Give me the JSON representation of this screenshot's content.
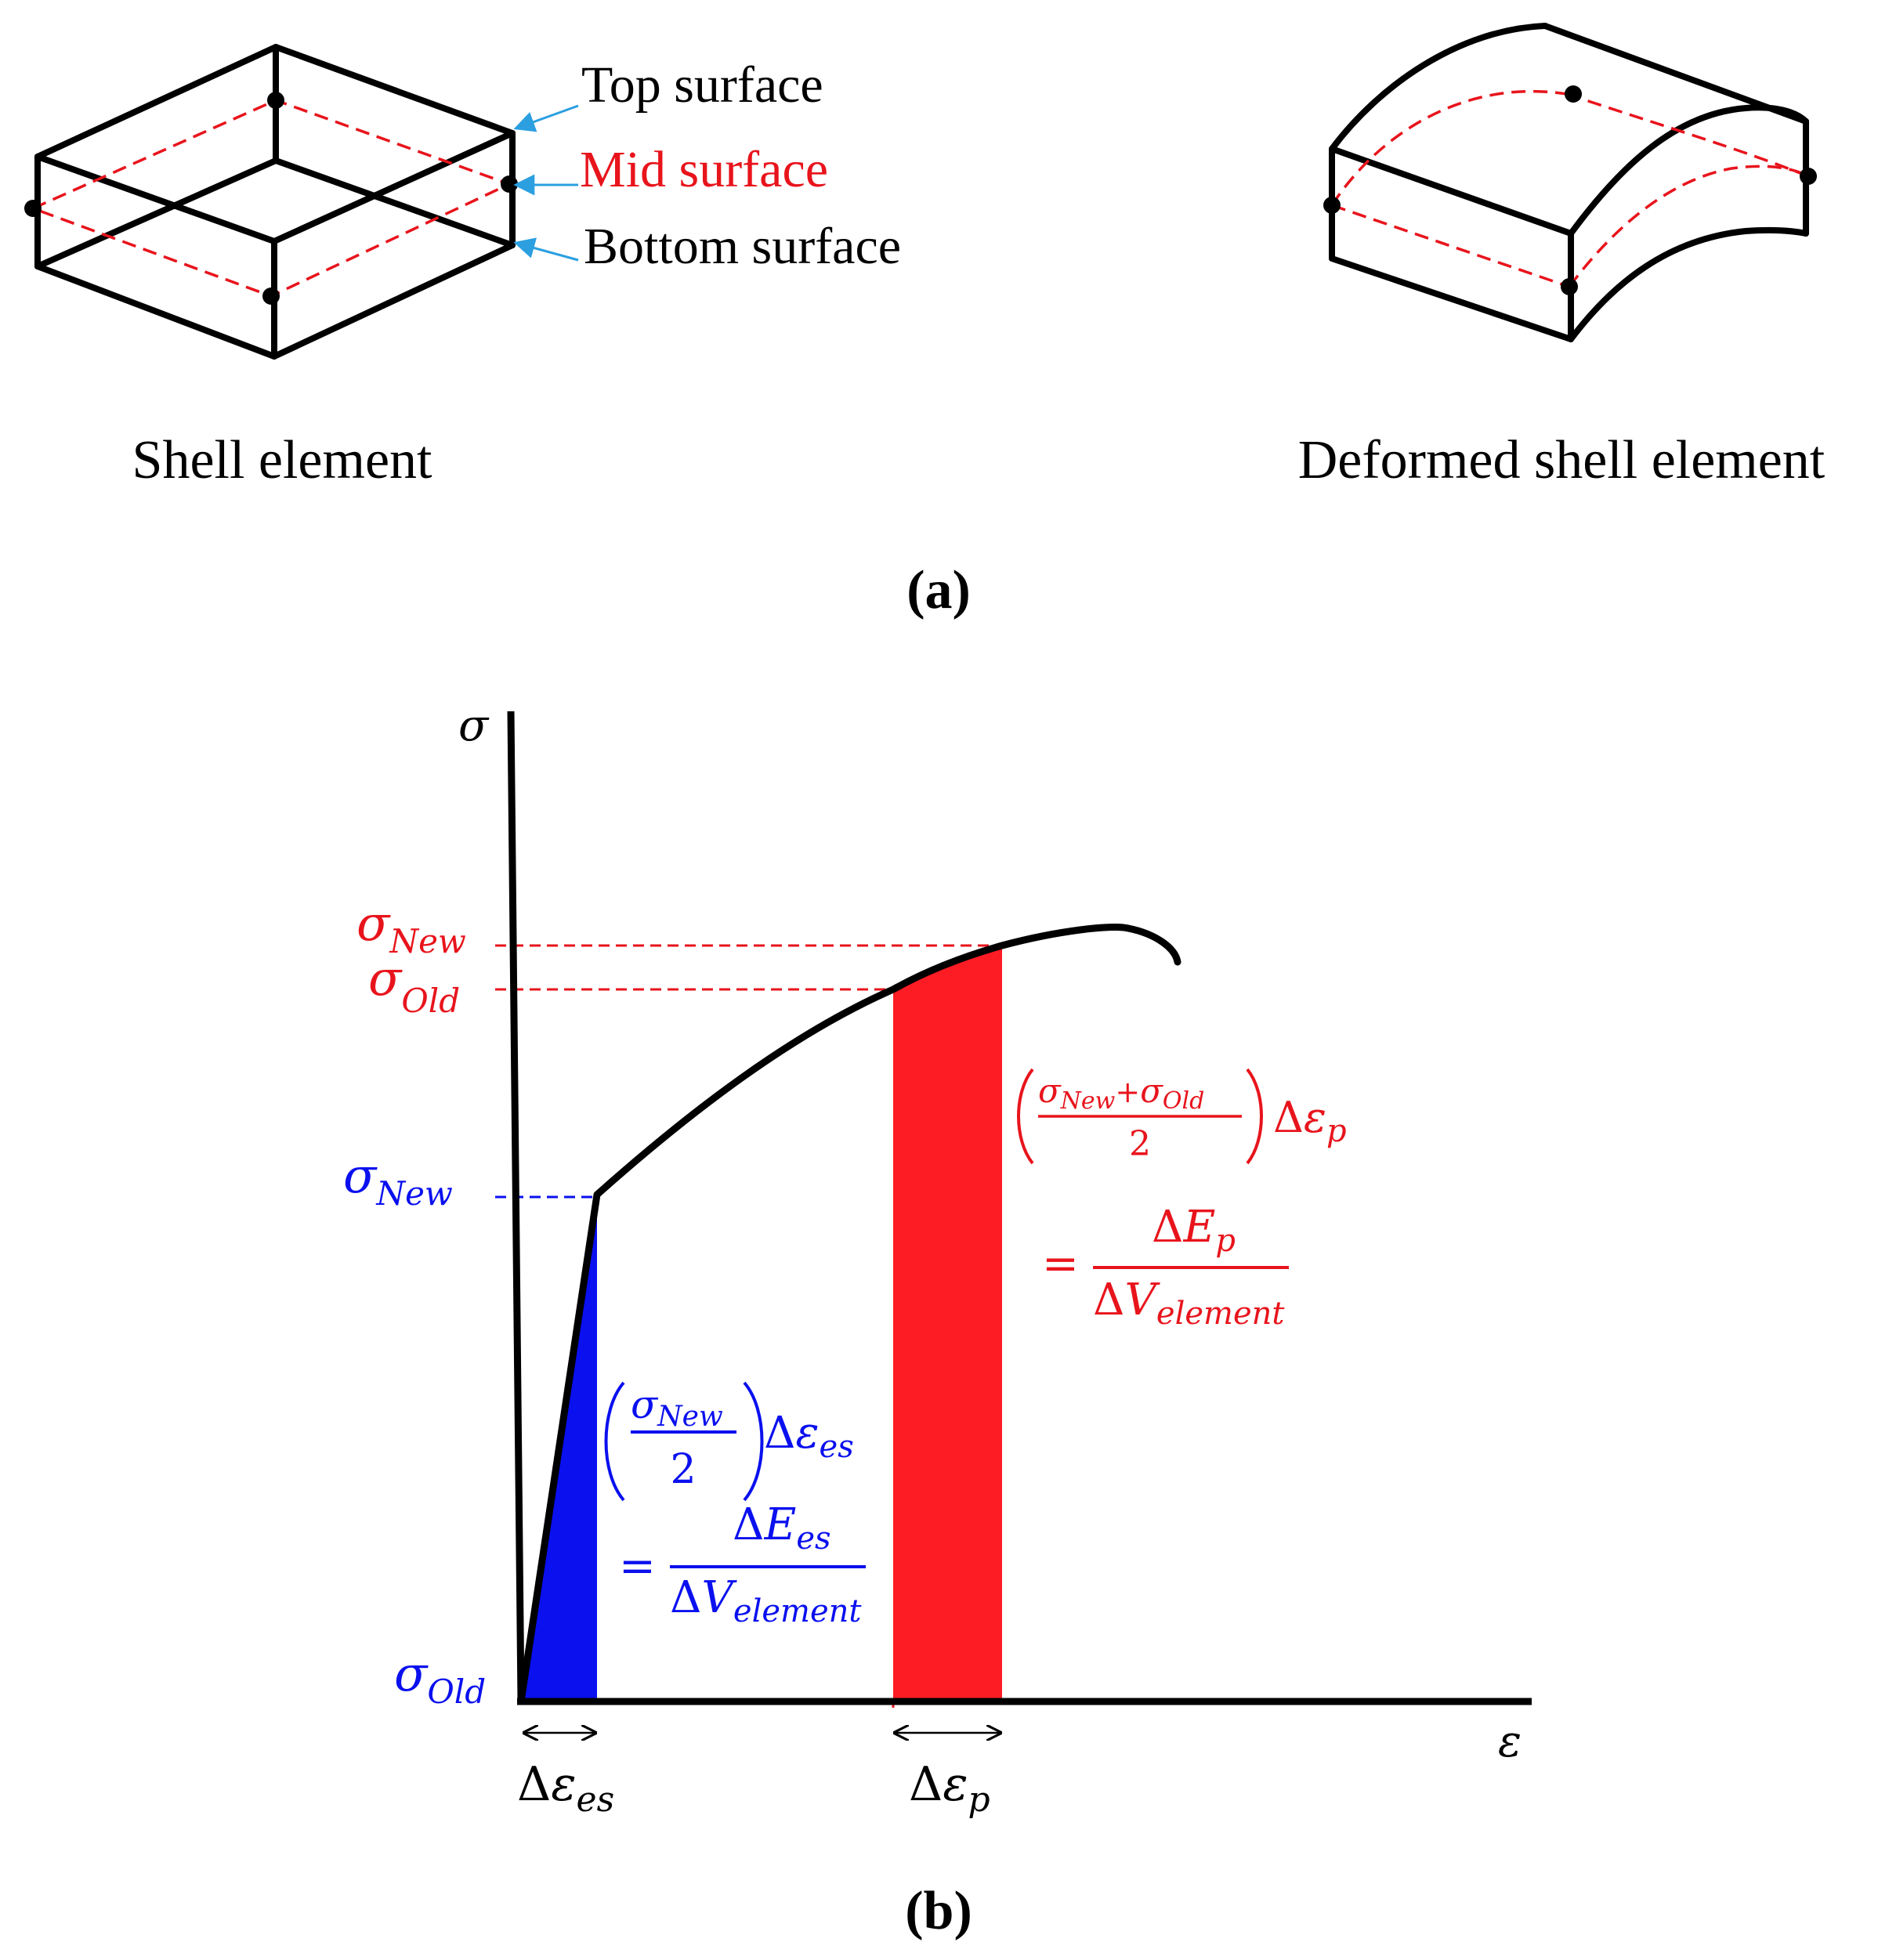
{
  "panel_a": {
    "labels": {
      "top_surface": "Top surface",
      "mid_surface": "Mid surface",
      "bottom_surface": "Bottom surface"
    },
    "captions": {
      "shell_element": "Shell element",
      "deformed_shell_element": "Deformed shell element"
    },
    "panel_label": "(a)"
  },
  "panel_b": {
    "axis": {
      "y_symbol": "σ",
      "x_symbol": "ε"
    },
    "ticks": {
      "sigma_new_plastic": {
        "base": "σ",
        "sub": "New"
      },
      "sigma_old_plastic": {
        "base": "σ",
        "sub": "Old"
      },
      "sigma_new_elastic": {
        "base": "σ",
        "sub": "New"
      },
      "sigma_old_elastic": {
        "base": "σ",
        "sub": "Old"
      }
    },
    "increments": {
      "elastic": {
        "prefix": "Δ",
        "base": "ε",
        "sub": "es"
      },
      "plastic": {
        "prefix": "Δ",
        "base": "ε",
        "sub": "p"
      }
    },
    "elastic_formula": {
      "numerator": {
        "base": "σ",
        "sub": "New"
      },
      "denominator": "2",
      "factor": {
        "prefix": "Δ",
        "base": "ε",
        "sub": "es"
      },
      "equals": "=",
      "ratio_num": {
        "prefix": "Δ",
        "base": "E",
        "sub": "es"
      },
      "ratio_den": {
        "prefix": "Δ",
        "base": "V",
        "sub": "element"
      }
    },
    "plastic_formula": {
      "numerator_a": {
        "base": "σ",
        "sub": "New"
      },
      "plus": "+",
      "numerator_b": {
        "base": "σ",
        "sub": "Old"
      },
      "denominator": "2",
      "factor": {
        "prefix": "Δ",
        "base": "ε",
        "sub": "p"
      },
      "equals": "=",
      "ratio_num": {
        "prefix": "Δ",
        "base": "E",
        "sub": "p"
      },
      "ratio_den": {
        "prefix": "Δ",
        "base": "V",
        "sub": "element"
      }
    },
    "panel_label": "(b)"
  },
  "colors": {
    "ink": "#000000",
    "mid_surface": "#e8141c",
    "elastic": "#0a10ee",
    "plastic": "#fe1c24",
    "leader_arrow": "#2b9fe0"
  }
}
